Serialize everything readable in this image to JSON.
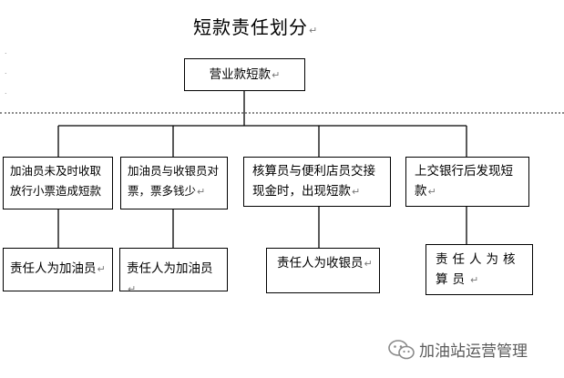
{
  "title": "短款责任划分",
  "paragraph_mark": "↵",
  "root": {
    "label": "营业款短款"
  },
  "causes": [
    {
      "label": "加油员未及时收取放行小票造成短款"
    },
    {
      "label": "加油员与收银员对票，票多钱少"
    },
    {
      "label": "核算员与便利店员交接现金时，出现短款"
    },
    {
      "label": "上交银行后发现短款"
    }
  ],
  "responsible": [
    {
      "label": "责任人为加油员"
    },
    {
      "label": "责任人为加油员"
    },
    {
      "label": "责任人为收银员"
    },
    {
      "label": "责任人为核算员"
    }
  ],
  "watermark": {
    "text": "加油站运营管理",
    "icon": "wechat-icon"
  }
}
